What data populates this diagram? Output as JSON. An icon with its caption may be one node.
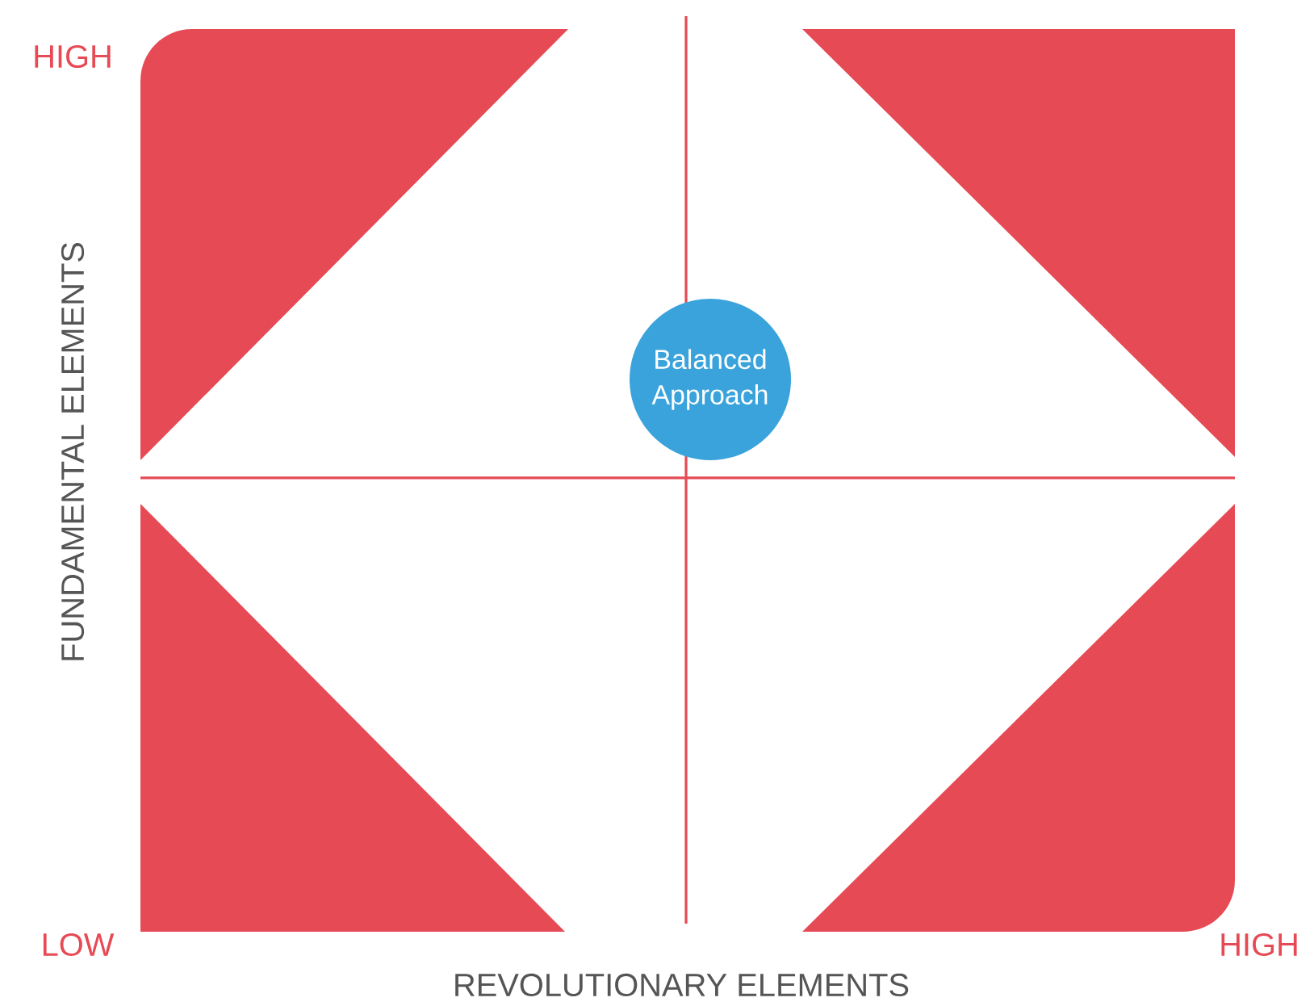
{
  "diagram": {
    "nodes": [
      {
        "text": [
          "Balanced Approach"
        ]
      }
    ],
    "labels": [
      "HIGH",
      "FUNDAMENTAL ELEMENTS",
      "LOW",
      "REVOLUTIONARY ELEMENTS",
      "HIGH"
    ]
  }
}
